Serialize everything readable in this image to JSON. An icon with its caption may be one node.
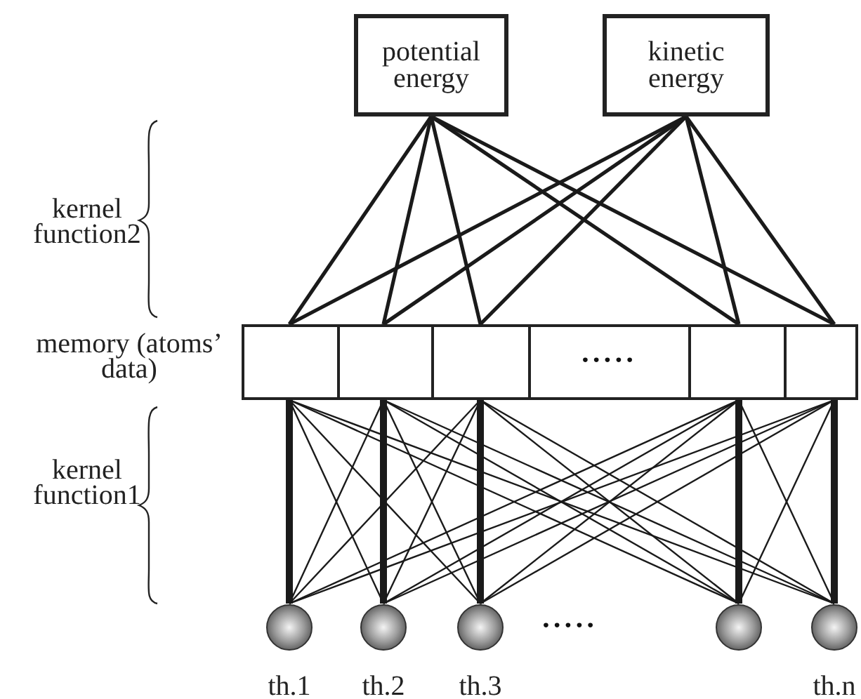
{
  "diagram": {
    "nodes": [
      {
        "text": [
          "potential energy"
        ]
      },
      {
        "text": [
          "kinetic energy"
        ]
      },
      {
        "text": [],
        "shape": "box"
      },
      {
        "text": [],
        "shape": "box"
      },
      {
        "text": [],
        "shape": "box"
      },
      {
        "text": [
          "•••••"
        ]
      },
      {
        "text": [],
        "shape": "box"
      },
      {
        "text": [],
        "shape": "box"
      },
      {
        "text": [],
        "shape": "circle",
        "beside": [
          "th.1"
        ]
      },
      {
        "text": [],
        "shape": "circle",
        "beside": [
          "th.2"
        ]
      },
      {
        "text": [],
        "shape": "circle",
        "beside": [
          "th.3"
        ]
      },
      {
        "text": [],
        "shape": "circle"
      },
      {
        "text": [],
        "shape": "circle",
        "beside": [
          "th.n"
        ]
      }
    ],
    "edges": [
      {
        "from": 0,
        "to": 2,
        "arrow": "none"
      },
      {
        "from": 0,
        "to": 3,
        "arrow": "none"
      },
      {
        "from": 0,
        "to": 4,
        "arrow": "none"
      },
      {
        "from": 0,
        "to": 6,
        "arrow": "none"
      },
      {
        "from": 0,
        "to": 7,
        "arrow": "none"
      },
      {
        "from": 1,
        "to": 2,
        "arrow": "none"
      },
      {
        "from": 1,
        "to": 3,
        "arrow": "none"
      },
      {
        "from": 1,
        "to": 4,
        "arrow": "none"
      },
      {
        "from": 1,
        "to": 6,
        "arrow": "none"
      },
      {
        "from": 1,
        "to": 7,
        "arrow": "none"
      },
      {
        "from": 2,
        "to": 8,
        "arrow": "none",
        "style": "thick"
      },
      {
        "from": 2,
        "to": 9,
        "arrow": "none"
      },
      {
        "from": 2,
        "to": 10,
        "arrow": "none"
      },
      {
        "from": 2,
        "to": 11,
        "arrow": "none"
      },
      {
        "from": 2,
        "to": 12,
        "arrow": "none"
      },
      {
        "from": 3,
        "to": 8,
        "arrow": "none"
      },
      {
        "from": 3,
        "to": 9,
        "arrow": "none",
        "style": "thick"
      },
      {
        "from": 3,
        "to": 10,
        "arrow": "none"
      },
      {
        "from": 3,
        "to": 11,
        "arrow": "none"
      },
      {
        "from": 3,
        "to": 12,
        "arrow": "none"
      },
      {
        "from": 4,
        "to": 8,
        "arrow": "none"
      },
      {
        "from": 4,
        "to": 9,
        "arrow": "none"
      },
      {
        "from": 4,
        "to": 10,
        "arrow": "none",
        "style": "thick"
      },
      {
        "from": 4,
        "to": 11,
        "arrow": "none"
      },
      {
        "from": 4,
        "to": 12,
        "arrow": "none"
      },
      {
        "from": 6,
        "to": 8,
        "arrow": "none"
      },
      {
        "from": 6,
        "to": 9,
        "arrow": "none"
      },
      {
        "from": 6,
        "to": 10,
        "arrow": "none"
      },
      {
        "from": 6,
        "to": 11,
        "arrow": "none",
        "style": "thick"
      },
      {
        "from": 6,
        "to": 12,
        "arrow": "none"
      },
      {
        "from": 7,
        "to": 8,
        "arrow": "none"
      },
      {
        "from": 7,
        "to": 9,
        "arrow": "none"
      },
      {
        "from": 7,
        "to": 10,
        "arrow": "none"
      },
      {
        "from": 7,
        "to": 11,
        "arrow": "none"
      },
      {
        "from": 7,
        "to": 12,
        "arrow": "none",
        "style": "thick"
      }
    ],
    "labels": [
      "kernel function2",
      "memory (atoms’ data)",
      "kernel function1",
      "•••••"
    ]
  }
}
